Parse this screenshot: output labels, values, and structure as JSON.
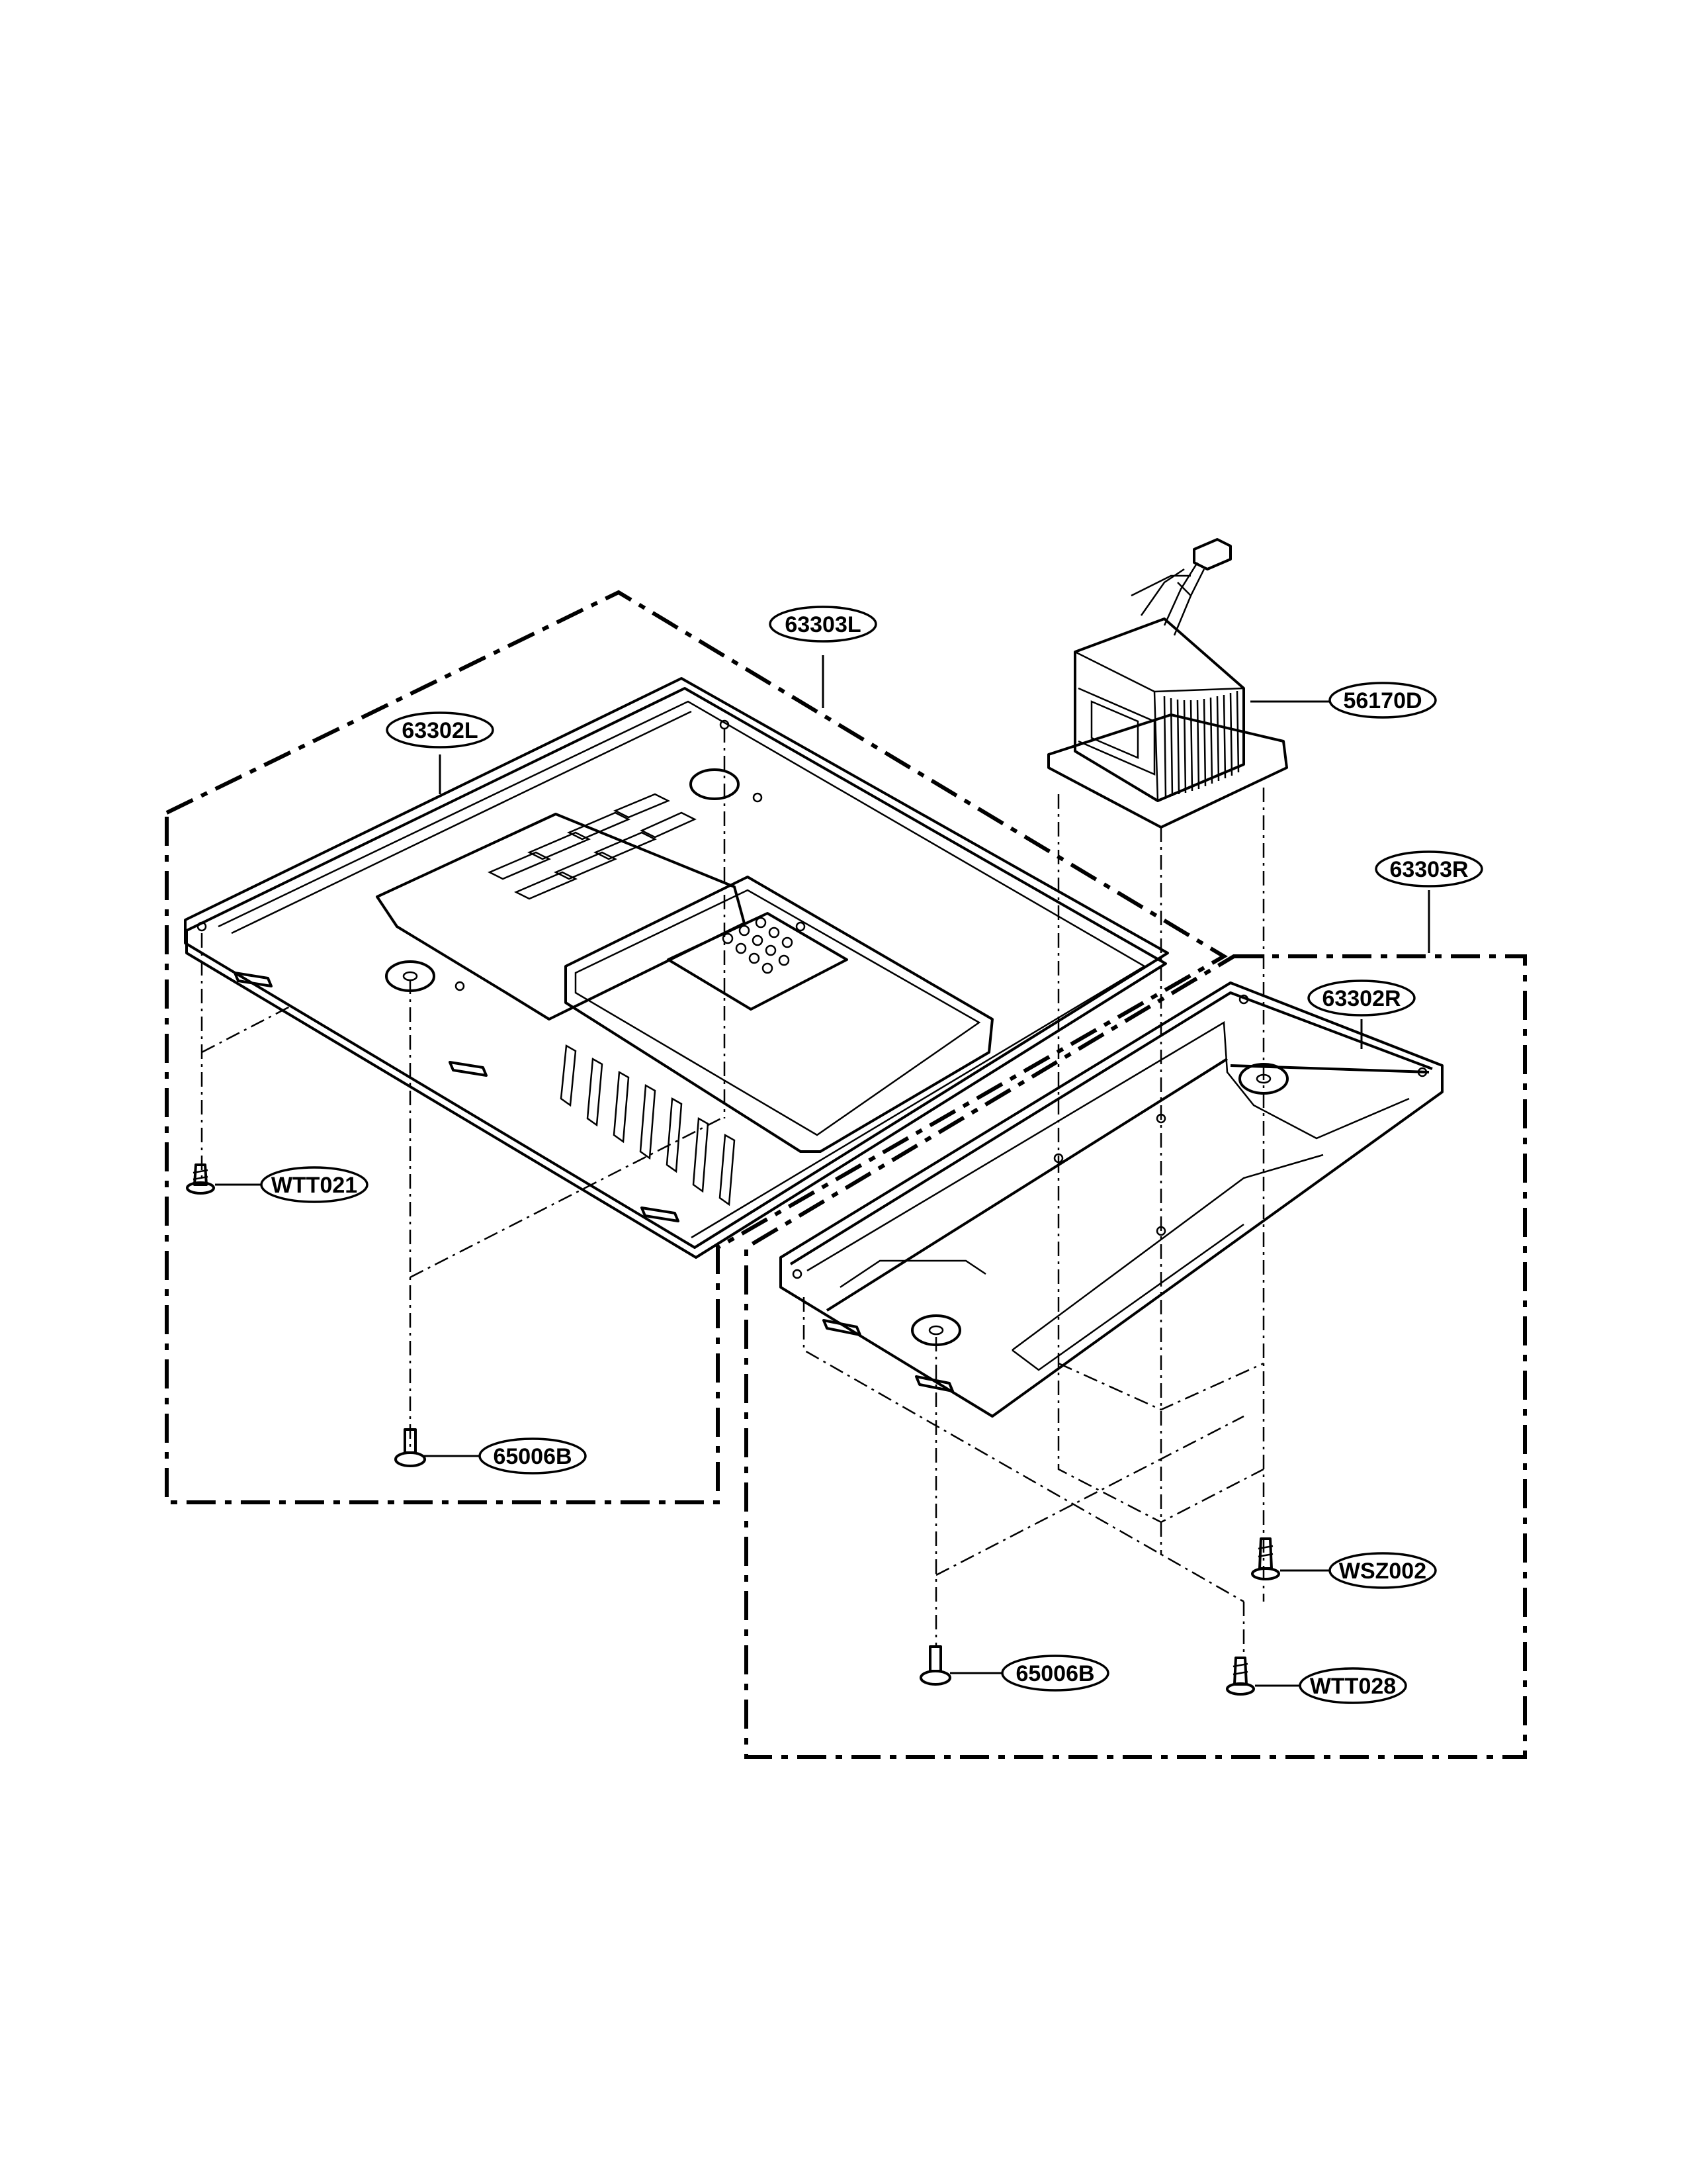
{
  "callouts": {
    "c63303L": "63303L",
    "c63302L": "63302L",
    "c56170D": "56170D",
    "c63303R": "63303R",
    "c63302R": "63302R",
    "cWTT021": "WTT021",
    "c65006B_left": "65006B",
    "cWSZ002": "WSZ002",
    "c65006B_right": "65006B",
    "cWTT028": "WTT028"
  }
}
